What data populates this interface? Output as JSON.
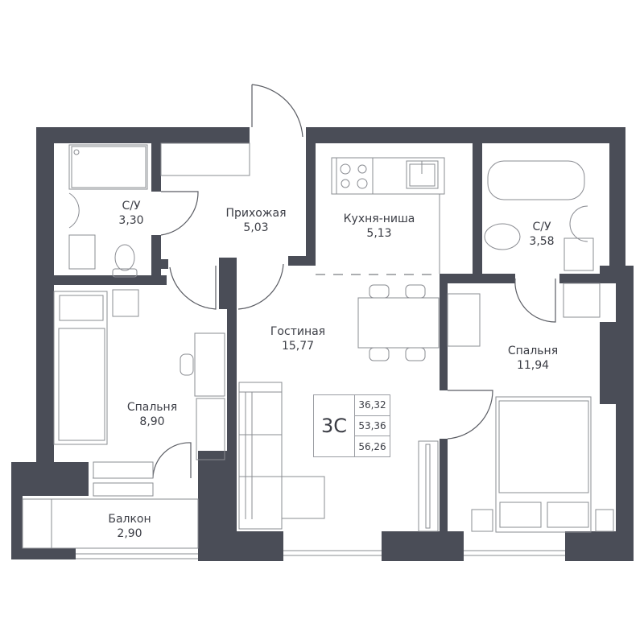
{
  "plan": {
    "wall_color": "#4a4d57",
    "apartment_type": "3С",
    "areas": [
      "36,32",
      "53,36",
      "56,26"
    ]
  },
  "rooms": [
    {
      "id": "bathroom-1",
      "name": "С/У",
      "area": "3,30"
    },
    {
      "id": "hallway",
      "name": "Прихожая",
      "area": "5,03"
    },
    {
      "id": "kitchen-niche",
      "name": "Кухня-ниша",
      "area": "5,13"
    },
    {
      "id": "bathroom-2",
      "name": "С/У",
      "area": "3,58"
    },
    {
      "id": "living-room",
      "name": "Гостиная",
      "area": "15,77"
    },
    {
      "id": "bedroom-1",
      "name": "Спальня",
      "area": "8,90"
    },
    {
      "id": "bedroom-2",
      "name": "Спальня",
      "area": "11,94"
    },
    {
      "id": "balcony",
      "name": "Балкон",
      "area": "2,90"
    }
  ]
}
